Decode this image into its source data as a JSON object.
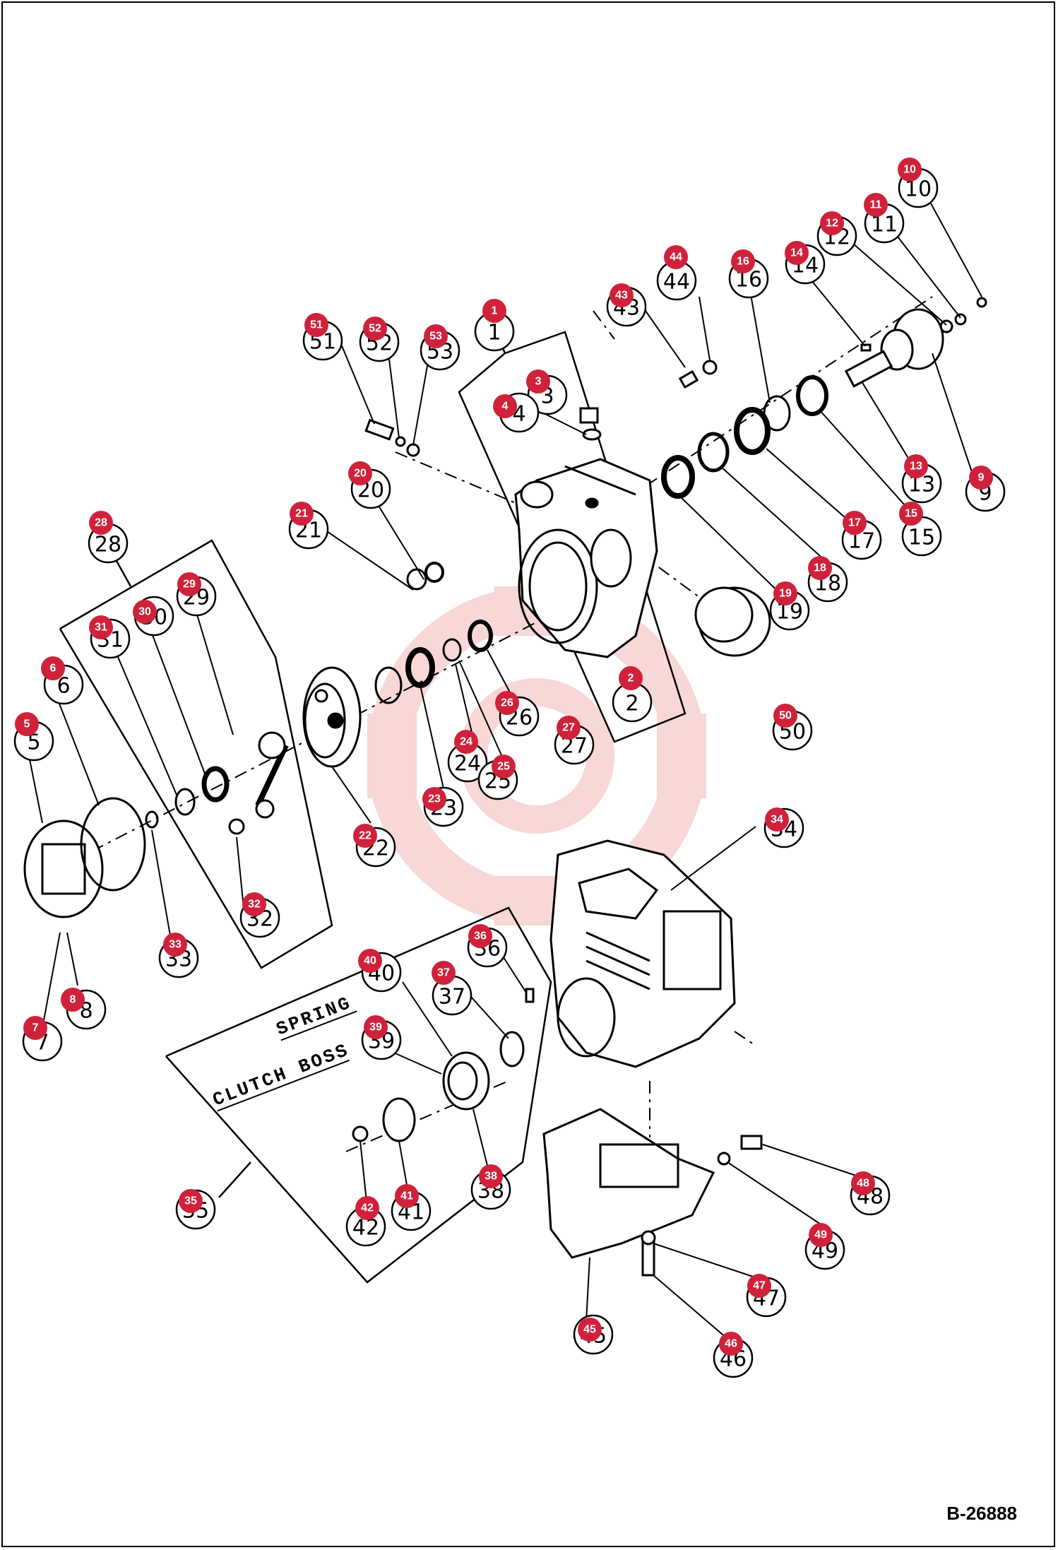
{
  "figure_code": "B-26888",
  "annotations": {
    "spring": "SPRING",
    "clutch_boss": "CLUTCH BOSS"
  },
  "colors": {
    "callout": "#d0213b",
    "watermark": "#f4b8b8",
    "line": "#000000"
  },
  "parts": [
    {
      "id": "1",
      "label": "1"
    },
    {
      "id": "2",
      "label": "2"
    },
    {
      "id": "3",
      "label": "3"
    },
    {
      "id": "4",
      "label": "4"
    },
    {
      "id": "5",
      "label": "5"
    },
    {
      "id": "6",
      "label": "6"
    },
    {
      "id": "7",
      "label": "7"
    },
    {
      "id": "8",
      "label": "8"
    },
    {
      "id": "9",
      "label": "9"
    },
    {
      "id": "10",
      "label": "10"
    },
    {
      "id": "11",
      "label": "11"
    },
    {
      "id": "12",
      "label": "12"
    },
    {
      "id": "13",
      "label": "13"
    },
    {
      "id": "14",
      "label": "14"
    },
    {
      "id": "15",
      "label": "15"
    },
    {
      "id": "16",
      "label": "16"
    },
    {
      "id": "17",
      "label": "17"
    },
    {
      "id": "18",
      "label": "18"
    },
    {
      "id": "19",
      "label": "19"
    },
    {
      "id": "20",
      "label": "20"
    },
    {
      "id": "21",
      "label": "21"
    },
    {
      "id": "22",
      "label": "22"
    },
    {
      "id": "23",
      "label": "23"
    },
    {
      "id": "24",
      "label": "24"
    },
    {
      "id": "25",
      "label": "25"
    },
    {
      "id": "26",
      "label": "26"
    },
    {
      "id": "27",
      "label": "27"
    },
    {
      "id": "28",
      "label": "28"
    },
    {
      "id": "29",
      "label": "29"
    },
    {
      "id": "30",
      "label": "30"
    },
    {
      "id": "31",
      "label": "31"
    },
    {
      "id": "32",
      "label": "32"
    },
    {
      "id": "33",
      "label": "33"
    },
    {
      "id": "34",
      "label": "34"
    },
    {
      "id": "35",
      "label": "35"
    },
    {
      "id": "36",
      "label": "36"
    },
    {
      "id": "37",
      "label": "37"
    },
    {
      "id": "38",
      "label": "38"
    },
    {
      "id": "39",
      "label": "39"
    },
    {
      "id": "40",
      "label": "40"
    },
    {
      "id": "41",
      "label": "41"
    },
    {
      "id": "42",
      "label": "42"
    },
    {
      "id": "43",
      "label": "43"
    },
    {
      "id": "44",
      "label": "44"
    },
    {
      "id": "45",
      "label": "45"
    },
    {
      "id": "46",
      "label": "46"
    },
    {
      "id": "47",
      "label": "47"
    },
    {
      "id": "48",
      "label": "48"
    },
    {
      "id": "49",
      "label": "49"
    },
    {
      "id": "50",
      "label": "50"
    },
    {
      "id": "51",
      "label": "51"
    },
    {
      "id": "52",
      "label": "52"
    },
    {
      "id": "53",
      "label": "53"
    }
  ]
}
